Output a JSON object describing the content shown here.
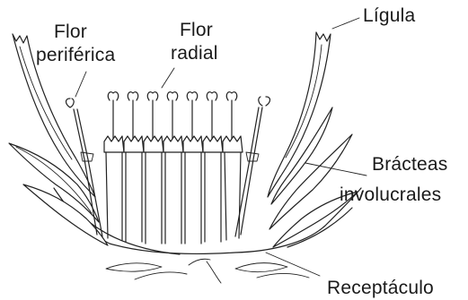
{
  "labels": {
    "ligula": "Lígula",
    "flor_periferica_line1": "Flor",
    "flor_periferica_line2": "periférica",
    "flor_radial_line1": "Flor",
    "flor_radial_line2": "radial",
    "bracteas_line1": "Brácteas",
    "bracteas_line2": "involucrales",
    "receptaculo": "Receptáculo"
  },
  "colors": {
    "ink": "#222222",
    "background": "#ffffff"
  }
}
